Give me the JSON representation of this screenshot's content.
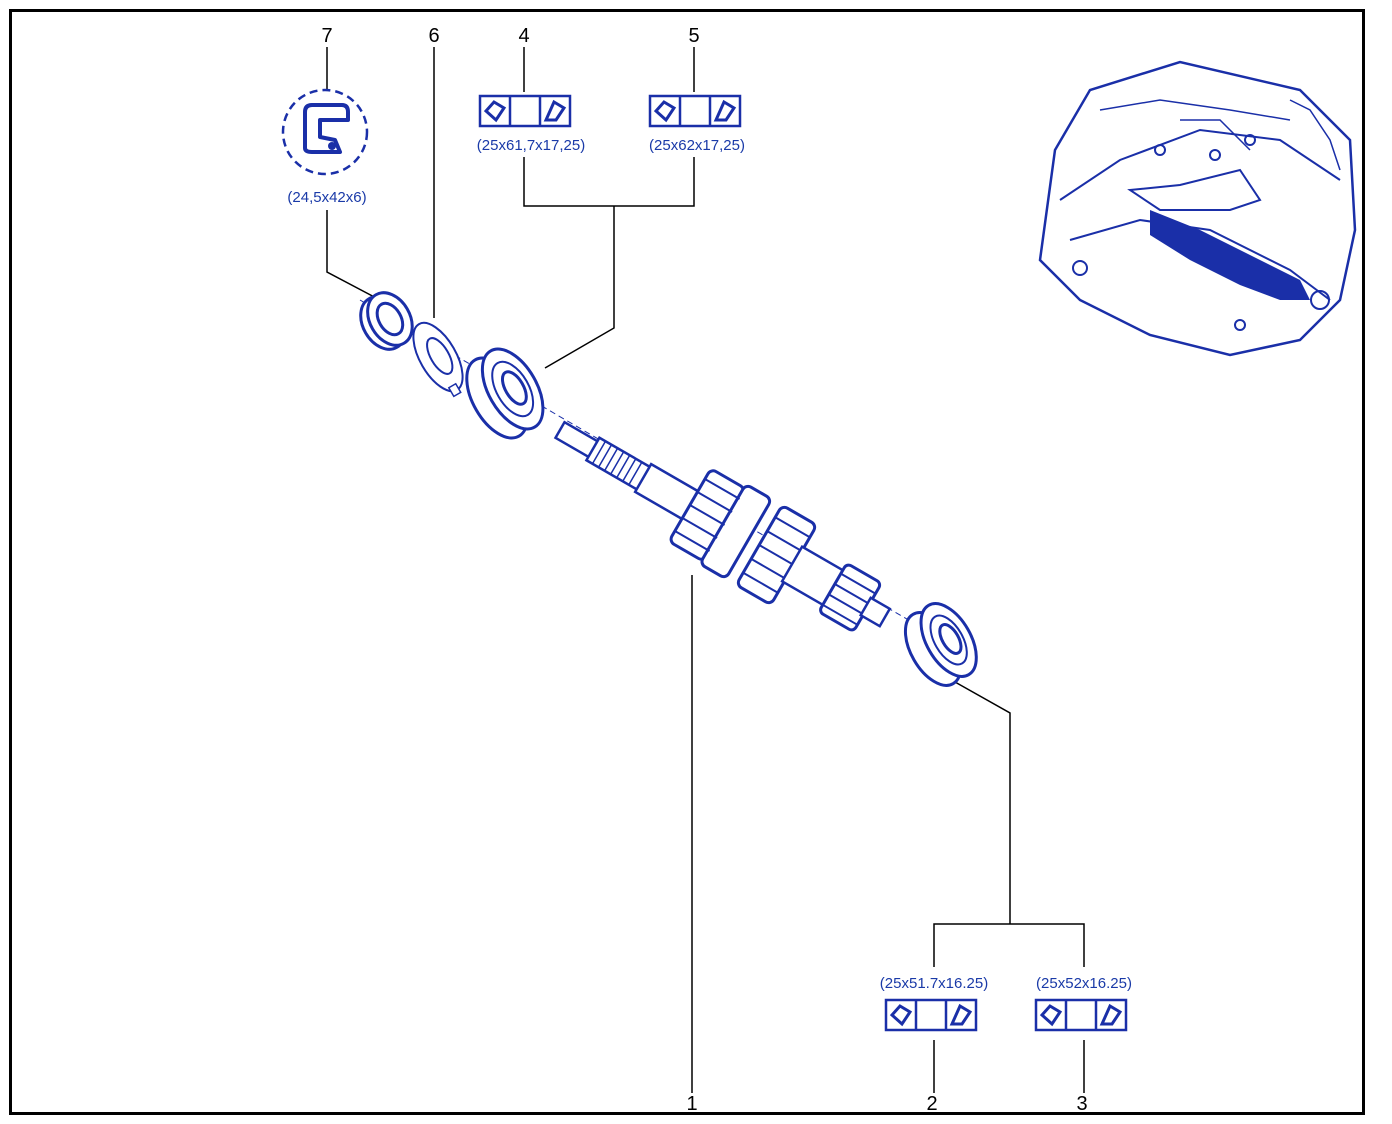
{
  "colors": {
    "line_art": "#1a2fa8",
    "spec_text": "#1a3aa8",
    "callout": "#000000"
  },
  "parts": [
    {
      "number": "1",
      "spec": ""
    },
    {
      "number": "2",
      "spec": "(25x51.7x16.25)"
    },
    {
      "number": "3",
      "spec": "(25x52x16.25)"
    },
    {
      "number": "4",
      "spec": "(25x61,7x17,25)"
    },
    {
      "number": "5",
      "spec": "(25x62x17,25)"
    },
    {
      "number": "6",
      "spec": ""
    },
    {
      "number": "7",
      "spec": "(24,5x42x6)"
    }
  ],
  "icons": {
    "bearing_symbol": "tapered-bearing-icon",
    "seal_symbol": "oil-seal-icon",
    "gearbox_thumbnail": "gearbox-location-icon"
  }
}
